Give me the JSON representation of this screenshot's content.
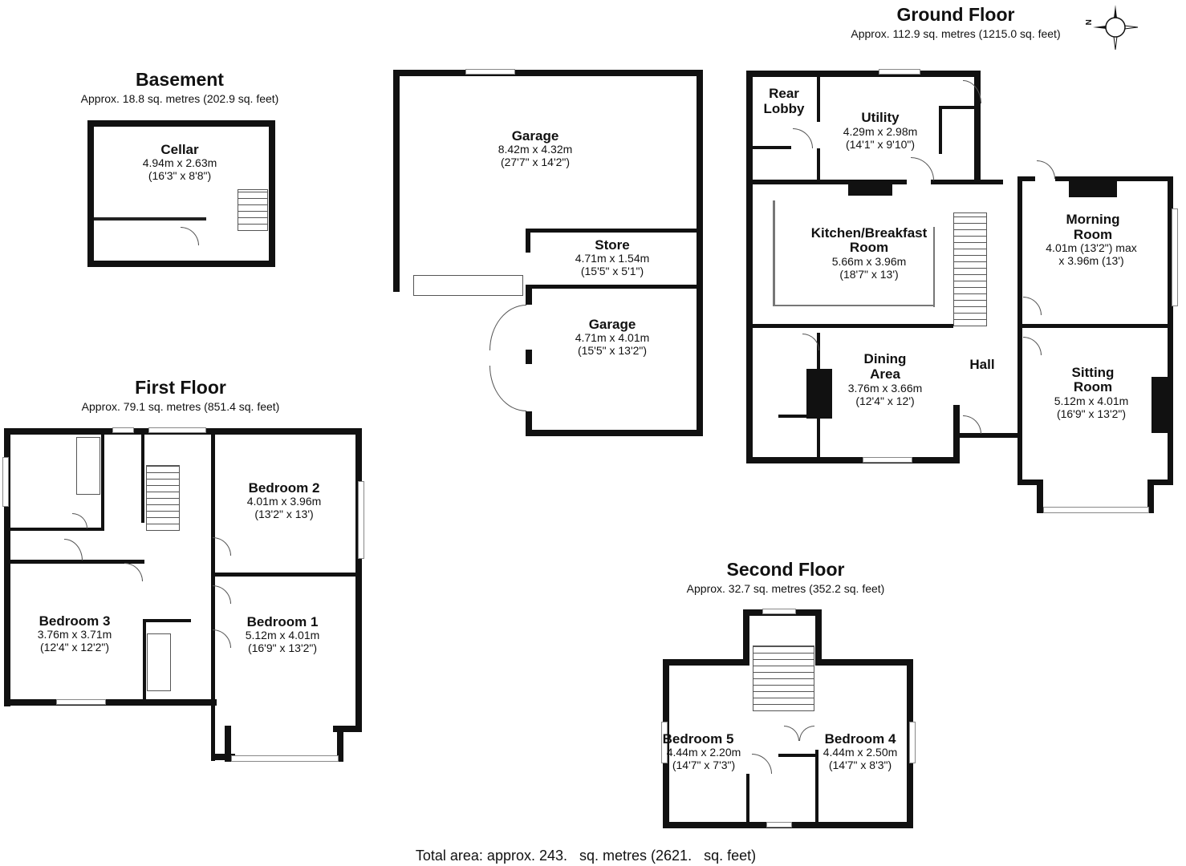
{
  "floors": {
    "basement": {
      "title": "Basement",
      "area": "Approx. 18.8 sq. metres (202.9 sq. feet)",
      "rooms": [
        {
          "name": "Cellar",
          "metric": "4.94m x 2.63m",
          "imperial": "(16'3\" x 8'8\")"
        }
      ]
    },
    "garage": {
      "rooms": [
        {
          "name": "Garage",
          "metric": "8.42m x 4.32m",
          "imperial": "(27'7\" x 14'2\")"
        },
        {
          "name": "Store",
          "metric": "4.71m x 1.54m",
          "imperial": "(15'5\" x 5'1\")"
        },
        {
          "name": "Garage",
          "metric": "4.71m x 4.01m",
          "imperial": "(15'5\" x 13'2\")"
        }
      ]
    },
    "ground": {
      "title": "Ground Floor",
      "area": "Approx. 112.9 sq. metres (1215.0 sq. feet)",
      "rooms": [
        {
          "name": "Rear",
          "name2": "Lobby"
        },
        {
          "name": "Utility",
          "metric": "4.29m x 2.98m",
          "imperial": "(14'1\" x 9'10\")"
        },
        {
          "name": "Kitchen/Breakfast",
          "name2": "Room",
          "metric": "5.66m x 3.96m",
          "imperial": "(18'7\" x 13')"
        },
        {
          "name": "Morning",
          "name2": "Room",
          "metric": "4.01m (13'2\") max",
          "imperial": "x 3.96m (13')"
        },
        {
          "name": "Dining",
          "name2": "Area",
          "metric": "3.76m x 3.66m",
          "imperial": "(12'4\" x 12')"
        },
        {
          "name": "Hall"
        },
        {
          "name": "Sitting",
          "name2": "Room",
          "metric": "5.12m x 4.01m",
          "imperial": "(16'9\" x 13'2\")"
        }
      ]
    },
    "first": {
      "title": "First Floor",
      "area": "Approx. 79.1 sq. metres (851.4 sq. feet)",
      "rooms": [
        {
          "name": "Bedroom 2",
          "metric": "4.01m x 3.96m",
          "imperial": "(13'2\" x 13')"
        },
        {
          "name": "Bedroom 3",
          "metric": "3.76m x 3.71m",
          "imperial": "(12'4\" x 12'2\")"
        },
        {
          "name": "Bedroom 1",
          "metric": "5.12m x 4.01m",
          "imperial": "(16'9\" x 13'2\")"
        }
      ]
    },
    "second": {
      "title": "Second Floor",
      "area": "Approx. 32.7 sq. metres (352.2 sq. feet)",
      "rooms": [
        {
          "name": "Bedroom 5",
          "metric": "4.44m x 2.20m",
          "imperial": "(14'7\" x 7'3\")"
        },
        {
          "name": "Bedroom 4",
          "metric": "4.44m x 2.50m",
          "imperial": "(14'7\" x 8'3\")"
        }
      ]
    }
  },
  "compass": {
    "icon": "north-arrow-icon",
    "letter": "N"
  },
  "total_area": "Total area: approx. 243.   sq. metres (2621.   sq. feet)"
}
